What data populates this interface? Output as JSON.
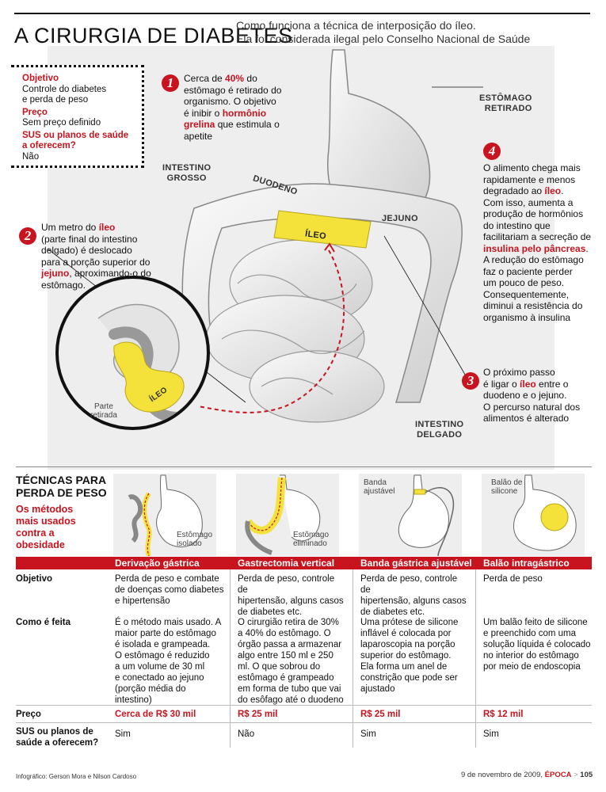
{
  "header": {
    "title": "A CIRURGIA DE DIABETES",
    "subtitle_line1": "Como funciona a técnica de interposição do íleo.",
    "subtitle_line2": "Ela foi considerada ilegal pelo Conselho Nacional de Saúde"
  },
  "info_box": {
    "objective_label": "Objetivo",
    "objective_line1": "Controle do diabetes",
    "objective_line2": "e perda de peso",
    "price_label": "Preço",
    "price_value": "Sem preço definido",
    "sus_label_line1": "SUS ou planos de saúde",
    "sus_label_line2": "a oferecem?",
    "sus_value": "Não"
  },
  "steps": [
    {
      "number": "1",
      "lines": [
        "Cerca de ",
        "40%",
        " do",
        "estômago é retirado do",
        "organismo. O objetivo",
        "é inibir o ",
        "hormônio",
        "grelina",
        " que estimula o",
        "apetite"
      ]
    },
    {
      "number": "2",
      "lines": [
        "Um metro do ",
        "íleo",
        "(parte final do intestino",
        "delgado) é deslocado",
        "para a porção superior do",
        "jejuno",
        ", aproximando-o do",
        "estômago."
      ]
    },
    {
      "number": "3",
      "lines": [
        "O próximo passo",
        "é ligar o ",
        "íleo",
        " entre o",
        "duodeno e o jejuno.",
        "O percurso natural dos",
        "alimentos é alterado"
      ]
    },
    {
      "number": "4",
      "lines": [
        "O alimento chega mais",
        "rapidamente e menos",
        "degradado ao ",
        "íleo",
        ".",
        "Com isso, aumenta a",
        "produção de hormônios",
        "do intestino que",
        "facilitariam a secreção de",
        "insulina pelo pâncreas",
        ".",
        "A redução do estômago",
        "faz o paciente perder",
        "um pouco de peso.",
        "Consequentemente,",
        "diminui a resistência do",
        "organismo à insulina"
      ]
    }
  ],
  "organs": {
    "estomago_line1": "ESTÔMAGO",
    "estomago_line2": "RETIRADO",
    "intestino_grosso_line1": "INTESTINO",
    "intestino_grosso_line2": "GROSSO",
    "duodeno": "DUODENO",
    "jejuno": "JEJUNO",
    "ileo": "ÍLEO",
    "ileo_small": "ÍLEO",
    "parte_retirada_line1": "Parte",
    "parte_retirada_line2": "retirada",
    "intestino_delgado_line1": "INTESTINO",
    "intestino_delgado_line2": "DELGADO"
  },
  "techniques": {
    "title_line1": "TÉCNICAS PARA",
    "title_line2": "PERDA DE PESO",
    "subtitle_lines": [
      "Os métodos",
      "mais usados",
      "contra a",
      "obesidade"
    ],
    "thumb_labels": {
      "t1_line1": "Estômago",
      "t1_line2": "isolado",
      "t2_line1": "Estômago",
      "t2_line2": "eliminado",
      "t3_line1": "Banda",
      "t3_line2": "ajustável",
      "t4_line1": "Balão de",
      "t4_line2": "silicone"
    },
    "columns": [
      "Derivação gástrica",
      "Gastrectomia vertical",
      "Banda gástrica ajustável",
      "Balão intragástrico"
    ],
    "rows": {
      "objective_label": "Objetivo",
      "how_label": "Como é feita",
      "price_label": "Preço",
      "sus_label_line1": "SUS ou planos de",
      "sus_label_line2": "saúde a oferecem?"
    },
    "objective": [
      [
        "Perda de peso e combate",
        "de doenças como diabetes",
        "e hipertensão"
      ],
      [
        "Perda de peso, controle de",
        "hipertensão, alguns casos",
        "de diabetes etc."
      ],
      [
        "Perda de peso, controle de",
        "hipertensão, alguns casos",
        "de diabetes etc."
      ],
      [
        "Perda de peso"
      ]
    ],
    "how": [
      [
        "É o método mais usado. A",
        "maior parte do estômago",
        "é isolada e grampeada.",
        "O estômago é reduzido",
        "a um volume de 30 ml",
        "e conectado ao jejuno",
        "(porção média do",
        "intestino)"
      ],
      [
        "O cirurgião retira de 30%",
        "a 40% do estômago. O",
        "órgão passa a armazenar",
        "algo entre 150 ml e 250",
        "ml. O que sobrou do",
        "estômago é grampeado",
        "em forma de tubo que vai",
        "do esôfago até o duodeno"
      ],
      [
        "Uma prótese de silicone",
        "inflável é colocada por",
        "laparoscopia na porção",
        "superior do estômago.",
        "Ela forma um anel de",
        "constrição que pode ser",
        "ajustado"
      ],
      [
        "Um balão feito de silicone",
        "e preenchido com uma",
        "solução líquida é colocado",
        "no interior do estômago",
        "por meio de endoscopia"
      ]
    ],
    "price": [
      "Cerca de R$ 30 mil",
      "R$ 25 mil",
      "R$ 25 mil",
      "R$ 12 mil"
    ],
    "sus": [
      "Sim",
      "Não",
      "Sim",
      "Sim"
    ]
  },
  "footer": {
    "credit": "Infográfico: Gerson Mora e Nilson Cardoso",
    "date": "9 de novembro de 2009,",
    "magazine": "ÉPOCA",
    "page": "105"
  },
  "colors": {
    "accent": "#c8141e",
    "highlight": "#f4e23a",
    "organ": "#e2e2e2"
  }
}
